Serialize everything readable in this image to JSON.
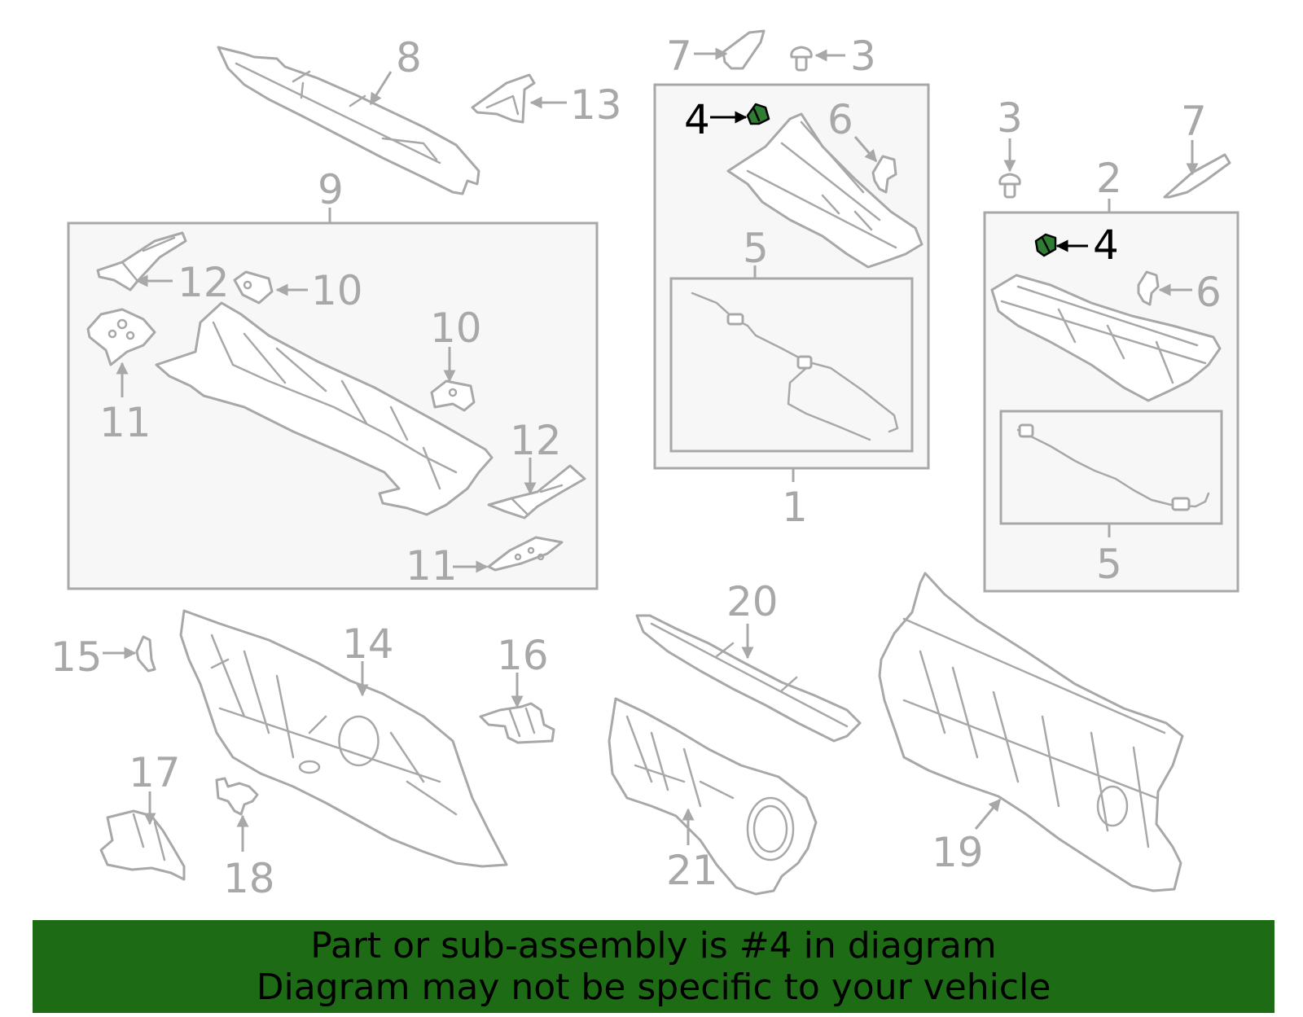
{
  "colors": {
    "line_art": "#a8a8a8",
    "highlight_part": "#2e7d32",
    "banner_background": "#1e6b16",
    "banner_text": "#000000"
  },
  "callouts": {
    "c1": "1",
    "c2": "2",
    "c3a": "3",
    "c3b": "3",
    "c4a": "4",
    "c4b": "4",
    "c5a": "5",
    "c5b": "5",
    "c6a": "6",
    "c6b": "6",
    "c7a": "7",
    "c7b": "7",
    "c8": "8",
    "c9": "9",
    "c10a": "10",
    "c10b": "10",
    "c11a": "11",
    "c11b": "11",
    "c12a": "12",
    "c12b": "12",
    "c13": "13",
    "c14": "14",
    "c15": "15",
    "c16": "16",
    "c17": "17",
    "c18": "18",
    "c19": "19",
    "c20": "20",
    "c21": "21"
  },
  "highlighted_part": "4",
  "banner": {
    "line1": "Part or sub-assembly is #4 in diagram",
    "line2": "Diagram may not be specific to your vehicle"
  }
}
